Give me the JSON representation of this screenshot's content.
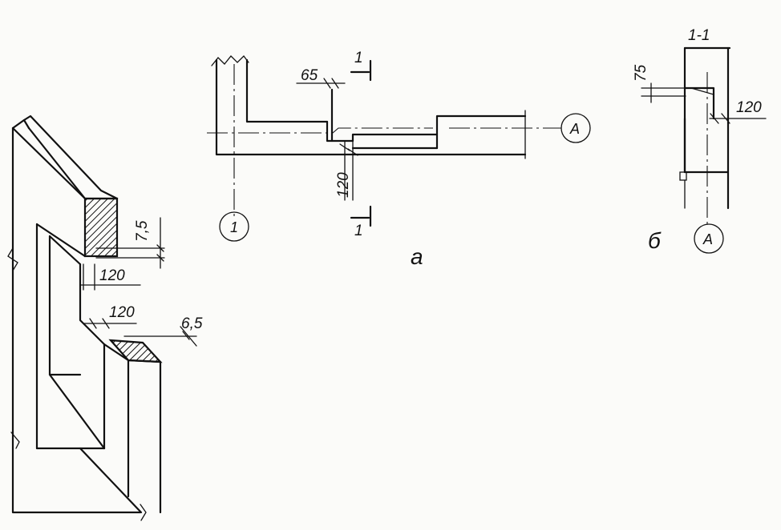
{
  "isometric": {
    "dim_top_vertical": "7,5",
    "dim_top_horizontal": "120",
    "dim_mid_horizontal": "120",
    "dim_bottom_right": "6,5"
  },
  "plan_a": {
    "dim_65": "65",
    "dim_120": "120",
    "section_mark_top": "1",
    "section_mark_bottom": "1",
    "axis_1": "1",
    "axis_A": "A",
    "caption": "а"
  },
  "section_b": {
    "title": "1-1",
    "dim_75": "75",
    "dim_120": "120",
    "axis_A": "A",
    "caption": "б"
  },
  "colors": {
    "ink": "#111111",
    "paper": "#fbfbf9"
  }
}
